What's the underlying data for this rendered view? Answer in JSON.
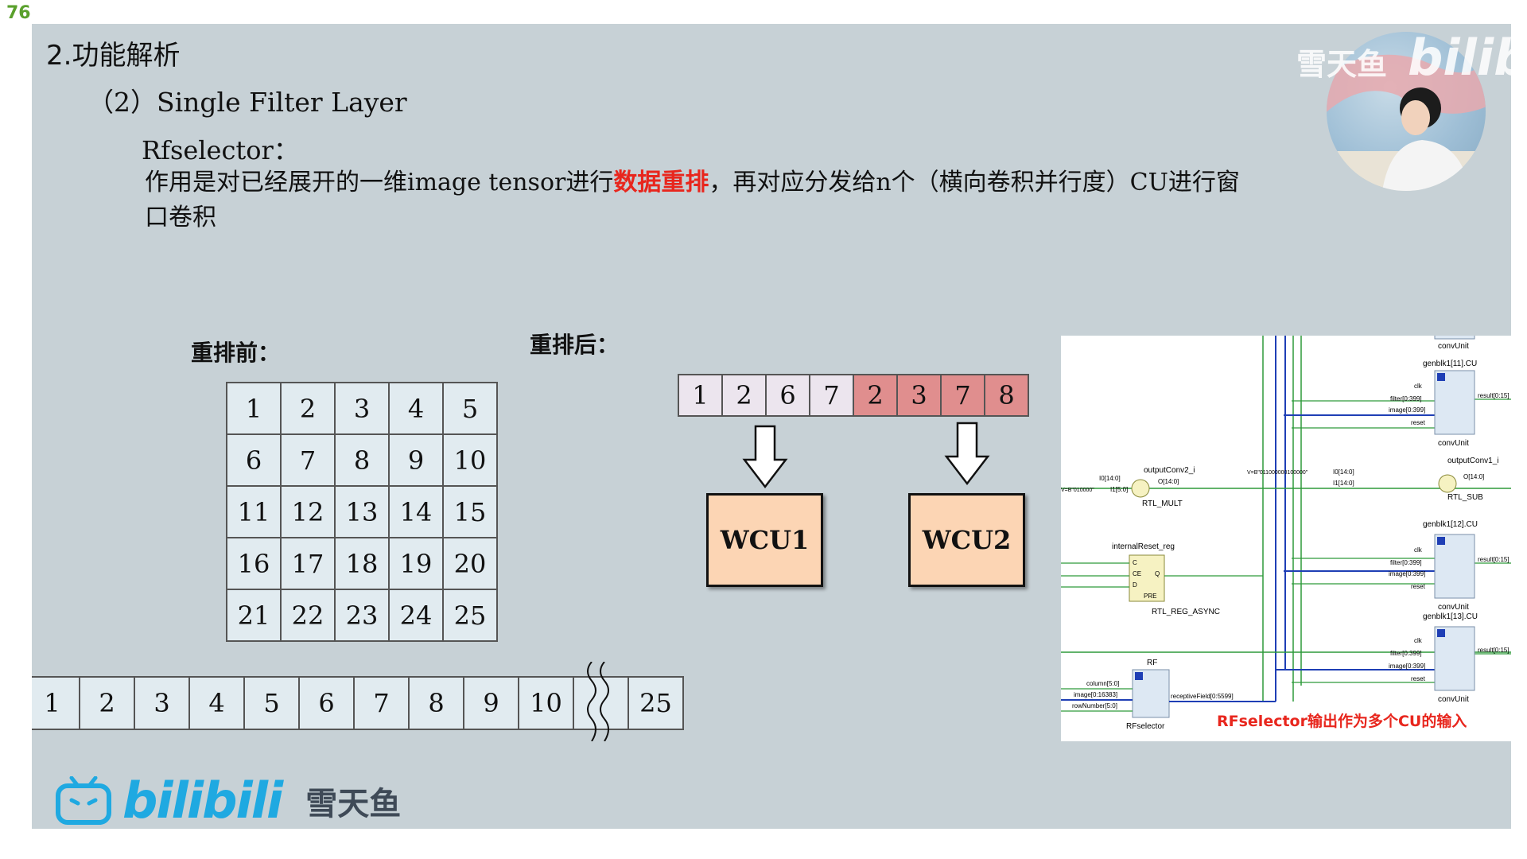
{
  "page_number": "76",
  "heading": "2.功能解析",
  "subheading": "（2）Single Filter Layer",
  "module_title": "Rfselector：",
  "description": {
    "part1": "作用是对已经展开的一维image tensor进行",
    "highlight": "数据重排",
    "part2": "，再对应分发给n个（横向卷积并行度）CU进行窗口卷积"
  },
  "before_label": "重排前：",
  "after_label": "重排后：",
  "grid_cells": [
    "1",
    "2",
    "3",
    "4",
    "5",
    "6",
    "7",
    "8",
    "9",
    "10",
    "11",
    "12",
    "13",
    "14",
    "15",
    "16",
    "17",
    "18",
    "19",
    "20",
    "21",
    "22",
    "23",
    "24",
    "25"
  ],
  "flat_strip": [
    "1",
    "2",
    "3",
    "4",
    "5",
    "6",
    "7",
    "8",
    "9",
    "10"
  ],
  "flat_strip_last": "25",
  "rearranged": [
    {
      "value": "1",
      "group": "first"
    },
    {
      "value": "2",
      "group": "first"
    },
    {
      "value": "6",
      "group": "first"
    },
    {
      "value": "7",
      "group": "first"
    },
    {
      "value": "2",
      "group": "second"
    },
    {
      "value": "3",
      "group": "second"
    },
    {
      "value": "7",
      "group": "second"
    },
    {
      "value": "8",
      "group": "second"
    }
  ],
  "wcu1_label": "WCU1",
  "wcu2_label": "WCU2",
  "schematic": {
    "conv_unit": "convUnit",
    "cu11": "genblk1[11].CU",
    "cu12": "genblk1[12].CU",
    "cu13": "genblk1[13].CU",
    "port_clk": "clk",
    "port_filter": "filter[0:399]",
    "port_image": "image[0:399]",
    "port_reset": "reset",
    "port_result": "result[0:15]",
    "mult_name": "outputConv2_i",
    "mult_type": "RTL_MULT",
    "mult_i0": "I0[14:0]",
    "mult_i1": "I1[5:0]",
    "mult_o": "O[14:0]",
    "mult_const": "V=B\"010000\"",
    "sub_name": "outputConv1_i",
    "sub_type": "RTL_SUB",
    "sub_i0": "I0[14:0]",
    "sub_i1": "I1[14:0]",
    "sub_o": "O[14:0]",
    "sub_const": "V=B\"011000000100000\"",
    "reg_name": "internalReset_reg",
    "reg_type": "RTL_REG_ASYNC",
    "reg_c": "C",
    "reg_ce": "CE",
    "reg_d": "D",
    "reg_q": "Q",
    "reg_pre": "PRE",
    "rf_name": "RF",
    "rf_type": "RFselector",
    "rf_column": "column[5:0]",
    "rf_image": "image[0:16383]",
    "rf_row": "rowNumber[5:0]",
    "rf_out": "receptiveField[0:5599]",
    "caption": "RFselector输出作为多个CU的输入"
  },
  "watermark_name": "雪天鱼",
  "watermark_brand": "bilibili",
  "logo_brand": "bilibili",
  "logo_name": "雪天鱼",
  "colors": {
    "slide_bg": "#c7d1d6",
    "cell_bg": "#e1ebf0",
    "highlight": "#e8261d",
    "rearranged_red": "#e08e8e",
    "wcu_fill": "#fcd5b4",
    "bili_blue": "#1fa9e1",
    "page_num_green": "#5aa02c"
  }
}
